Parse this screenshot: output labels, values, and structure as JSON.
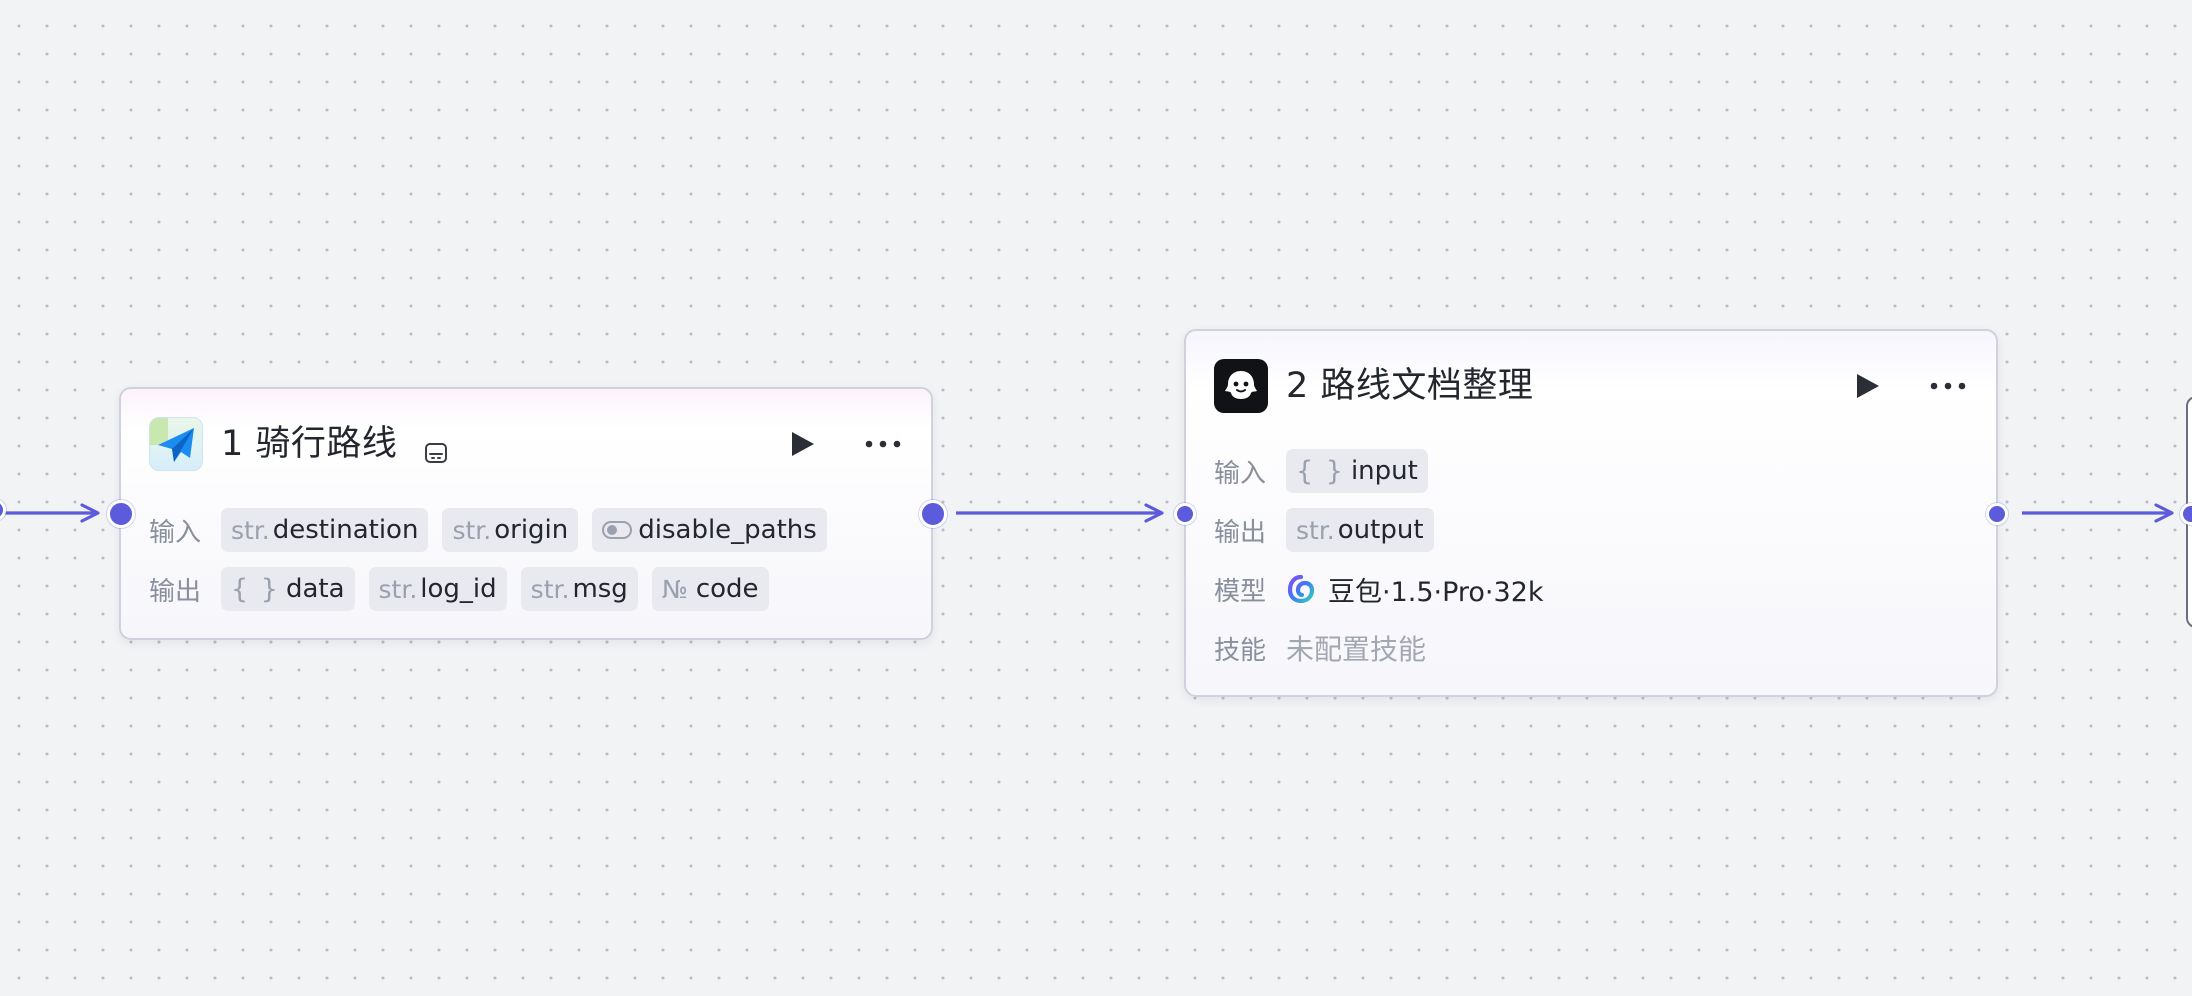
{
  "canvas": {
    "edge_color": "#5b5bdb",
    "port_color": "#5b5bdb",
    "background_color": "#f2f3f5"
  },
  "nodes": [
    {
      "id": "node-1",
      "title": "1 骑行路线",
      "icon": "paper-plane-icon",
      "inputs_label": "输入",
      "outputs_label": "输出",
      "inputs": [
        {
          "type": "str.",
          "name": "destination"
        },
        {
          "type": "str.",
          "name": "origin"
        },
        {
          "type": "toggle",
          "name": "disable_paths"
        }
      ],
      "outputs": [
        {
          "type": "{ }",
          "name": "data"
        },
        {
          "type": "str.",
          "name": "log_id"
        },
        {
          "type": "str.",
          "name": "msg"
        },
        {
          "type": "№",
          "name": "code"
        }
      ]
    },
    {
      "id": "node-2",
      "title": "2 路线文档整理",
      "icon": "bot-icon",
      "inputs_label": "输入",
      "outputs_label": "输出",
      "model_label": "模型",
      "skills_label": "技能",
      "inputs": [
        {
          "type": "{ }",
          "name": "input"
        }
      ],
      "outputs": [
        {
          "type": "str.",
          "name": "output"
        }
      ],
      "model": "豆包·1.5·Pro·32k",
      "skills": "未配置技能"
    }
  ]
}
